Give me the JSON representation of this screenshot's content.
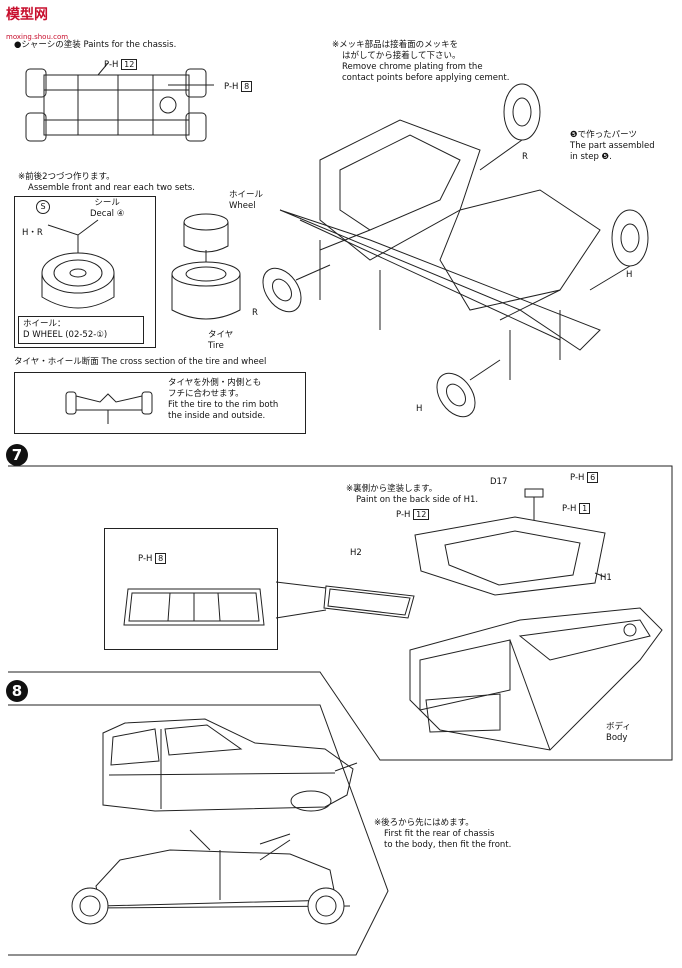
{
  "logo": {
    "text": "模型网",
    "sub": "moxing.shou.com"
  },
  "step6": {
    "chassis_note": "●シャーシの塗装 Paints for the chassis.",
    "chassis_part1": "12",
    "chassis_part2": "8",
    "chrome_note_jp1": "※メッキ部品は接着面のメッキを",
    "chrome_note_jp2": "はがしてから接着して下さい。",
    "chrome_note_en1": "Remove chrome plating from the",
    "chrome_note_en2": "contact points before applying cement.",
    "assemble_jp": "※前後2つづつ作ります。",
    "assemble_en": "Assemble front and rear each two sets.",
    "decal_jp": "シール",
    "decal_en": "Decal",
    "decal_num": "④",
    "s_mark": "S",
    "hr_label": "H・R",
    "wheel_jp": "ホイール",
    "wheel_en": "Wheel",
    "tire_jp": "タイヤ",
    "tire_en": "Tire",
    "wheel_box_jp": "ホイール：",
    "wheel_box_en": "D WHEEL  (02-52-①)",
    "cross_section": "タイヤ・ホイール断面 The cross section of the tire and wheel",
    "fit_jp1": "タイヤを外側・内側とも",
    "fit_jp2": "フチに合わせます。",
    "fit_en1": "Fit the tire to the rim both",
    "fit_en2": "the inside and outside.",
    "step5_jp": "❺で作ったパーツ",
    "step5_en1": "The part assembled",
    "step5_en2": "in step ❺.",
    "label_r1": "R",
    "label_r2": "R",
    "label_h1": "H",
    "label_h2": "H"
  },
  "step7": {
    "num": "7",
    "back_jp": "※裏側から塗装します。",
    "back_en": "Paint on the back side of H1.",
    "part_12": "12",
    "part_6": "6",
    "part_1": "1",
    "part_8": "8",
    "d17": "D17",
    "h1": "H1",
    "h2": "H2",
    "body_jp": "ボディ",
    "body_en": "Body"
  },
  "step8": {
    "num": "8",
    "fit_jp": "※後ろから先にはめます。",
    "fit_en1": "First fit the rear of chassis",
    "fit_en2": "to the body, then fit the front."
  }
}
